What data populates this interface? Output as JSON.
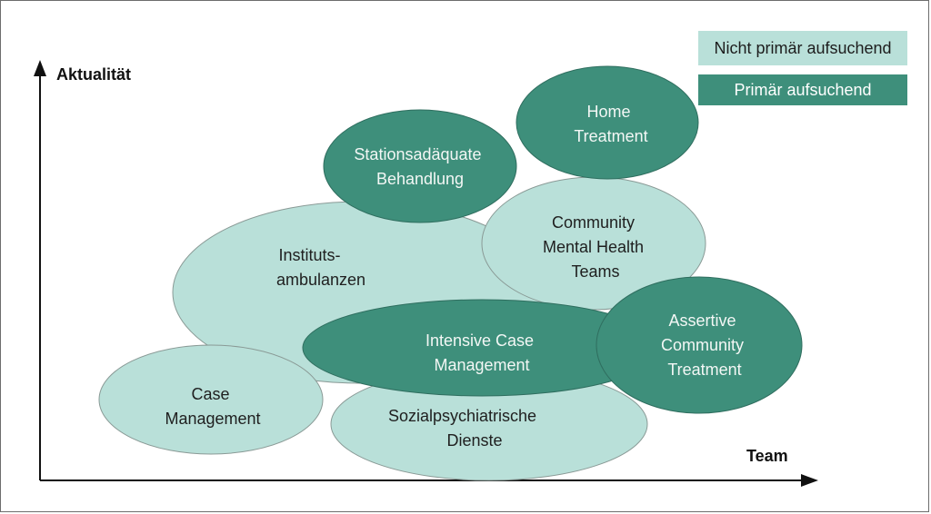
{
  "legend": {
    "light_label": "Nicht primär aufsuchend",
    "dark_label": "Primär aufsuchend",
    "light_color": "#b9e0d9",
    "dark_color": "#3e8f7b"
  },
  "axes": {
    "y_label": "Aktualität",
    "x_label": "Team"
  },
  "nodes": {
    "institutsambulanzen": {
      "line1": "Instituts-",
      "line2": "ambulanzen",
      "category": "light"
    },
    "sozialpsychiatrische_dienste": {
      "line1": "Sozialpsychiatrische",
      "line2": "Dienste",
      "category": "light"
    },
    "case_management": {
      "line1": "Case",
      "line2": "Management",
      "category": "light"
    },
    "community_mental_health_teams": {
      "line1": "Community",
      "line2": "Mental Health",
      "line3": "Teams",
      "category": "light"
    },
    "intensive_case_management": {
      "line1": "Intensive Case",
      "line2": "Management",
      "category": "dark"
    },
    "assertive_community_treatment": {
      "line1": "Assertive",
      "line2": "Community",
      "line3": "Treatment",
      "category": "dark"
    },
    "stationsaequivalente_behandlung": {
      "line1": "Stationsadäquate",
      "line2": "Behandlung",
      "category": "dark"
    },
    "home_treatment": {
      "line1": "Home",
      "line2": "Treatment",
      "category": "dark"
    }
  }
}
